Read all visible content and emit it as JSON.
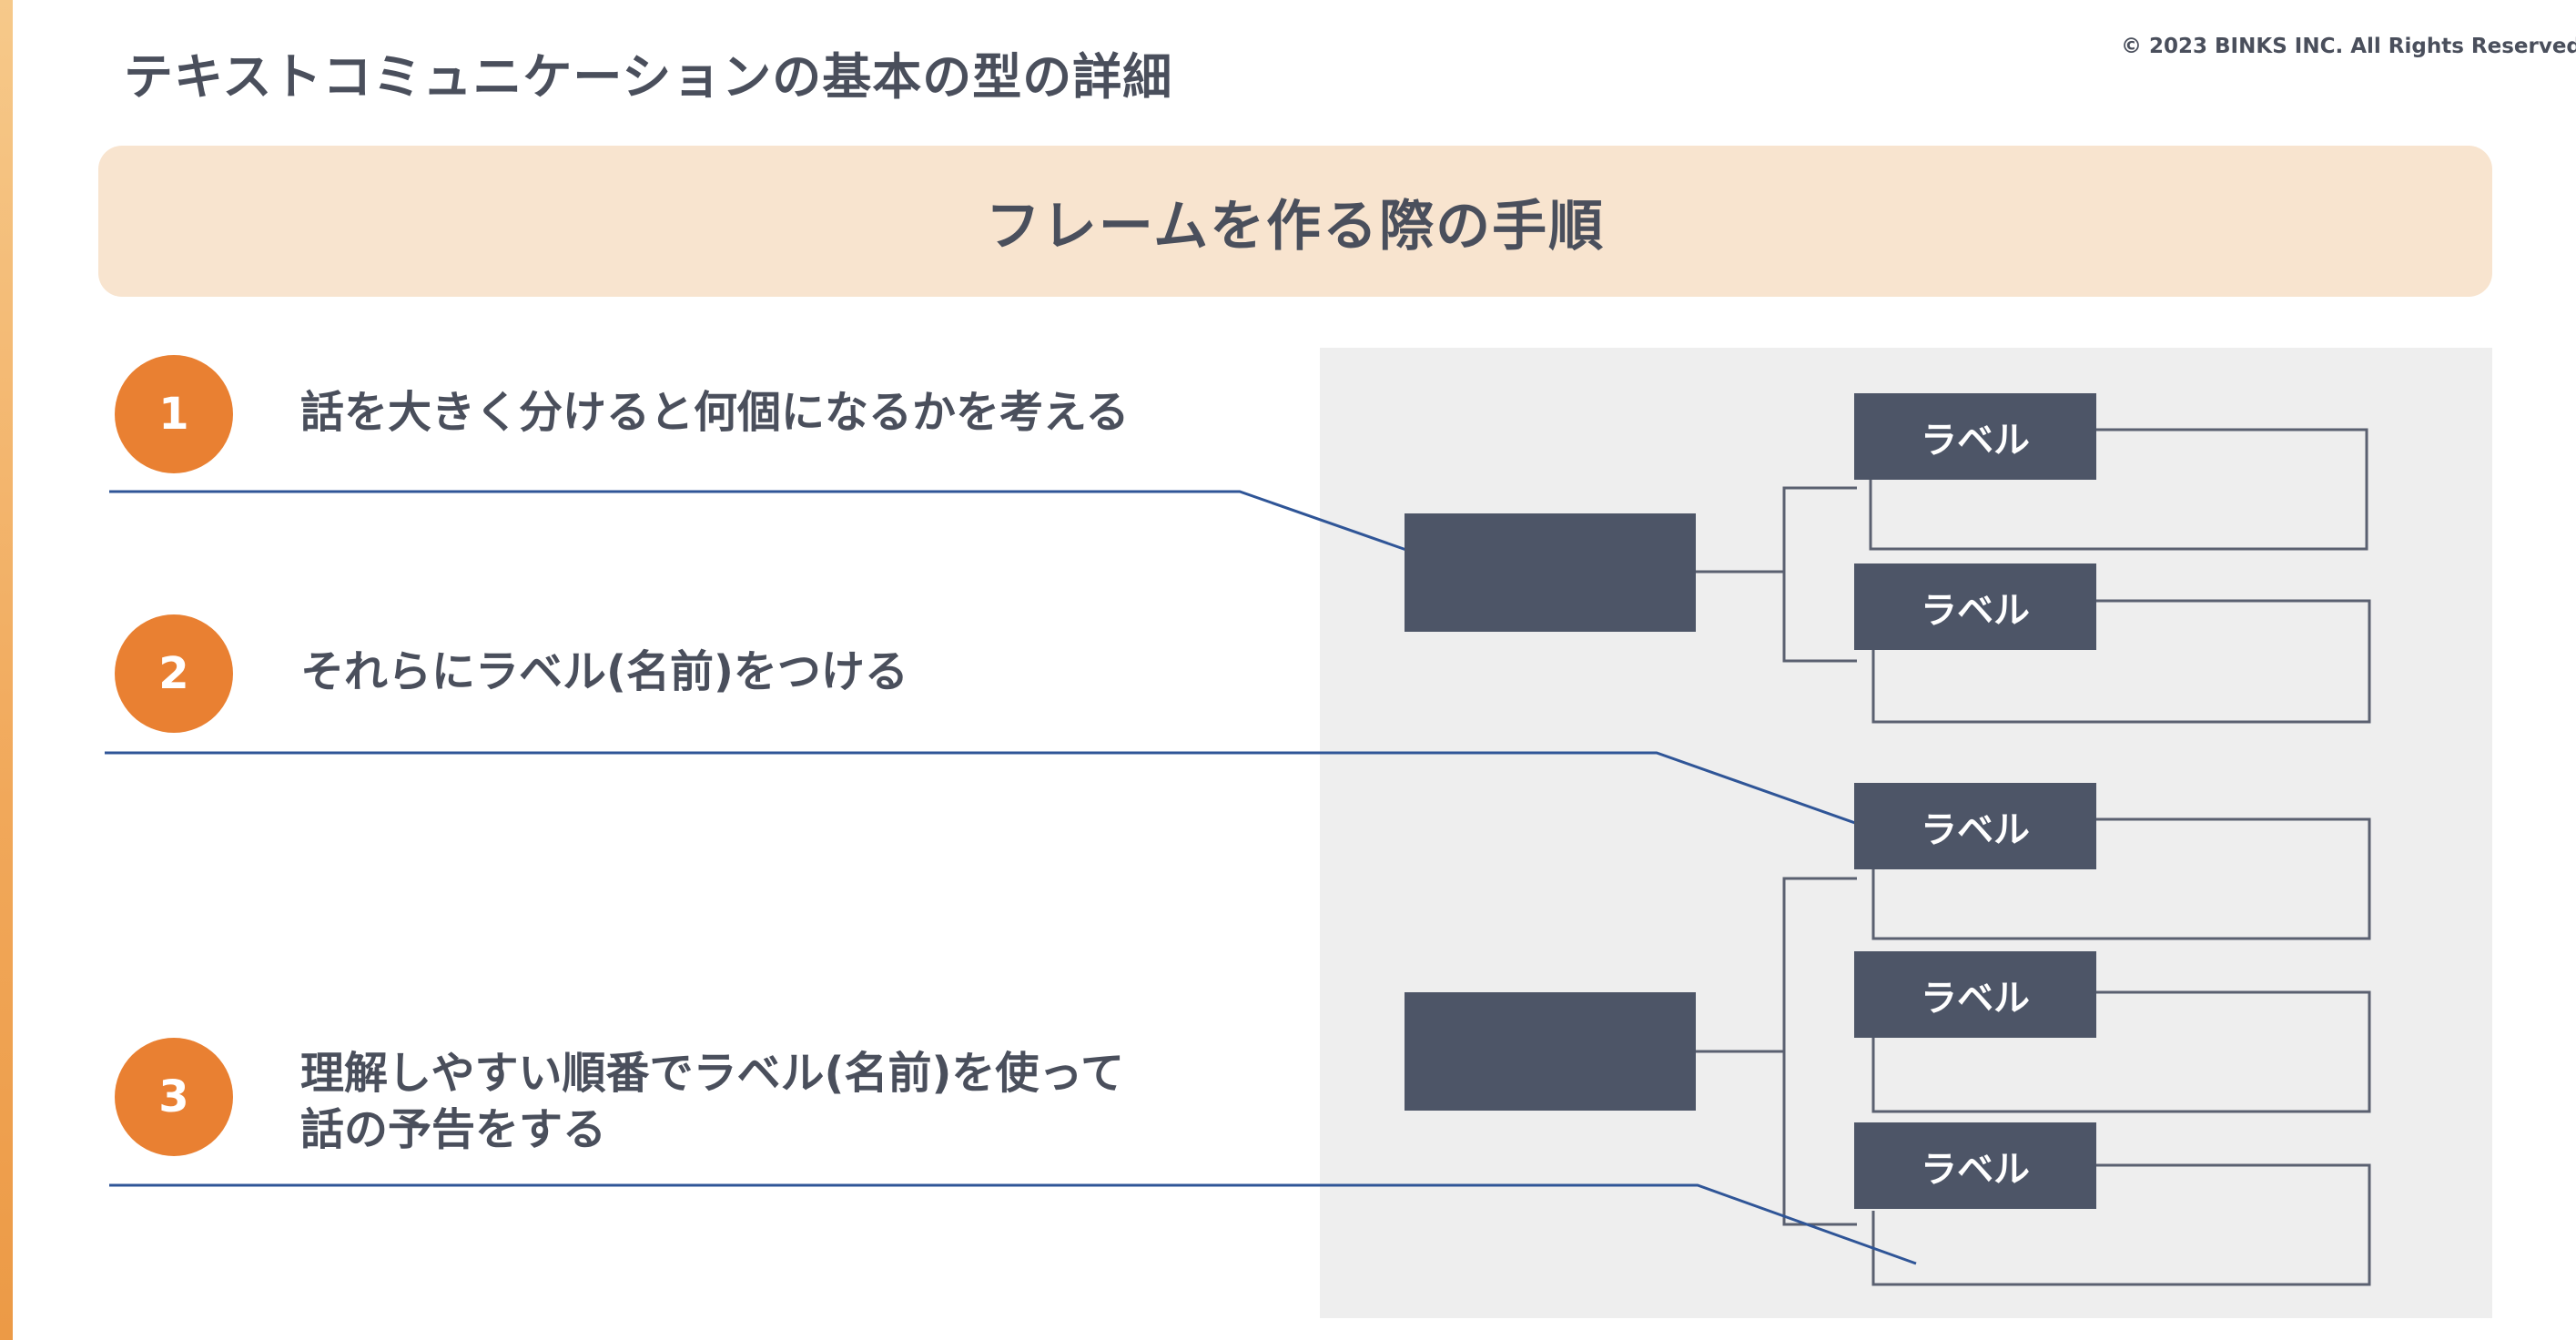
{
  "header": {
    "title": "テキストコミュニケーションの基本の型の詳細",
    "copyright": "© 2023 BINKS INC. All Rights Reserved."
  },
  "banner": {
    "title": "フレームを作る際の手順"
  },
  "steps": [
    {
      "number": "1",
      "text": "話を大きく分けると何個になるかを考える"
    },
    {
      "number": "2",
      "text": "それらにラベル(名前)をつける"
    },
    {
      "number": "3",
      "text_line1": "理解しやすい順番でラベル(名前)を使って",
      "text_line2": "話の予告をする"
    }
  ],
  "diagram": {
    "labels": [
      "ラベル",
      "ラベル",
      "ラベル",
      "ラベル",
      "ラベル"
    ]
  },
  "colors": {
    "accent": "#e98032",
    "banner_bg": "#f8e4cf",
    "box": "#4d5567",
    "panel_bg": "#eeeeee",
    "pointer_line": "#2f5597"
  }
}
